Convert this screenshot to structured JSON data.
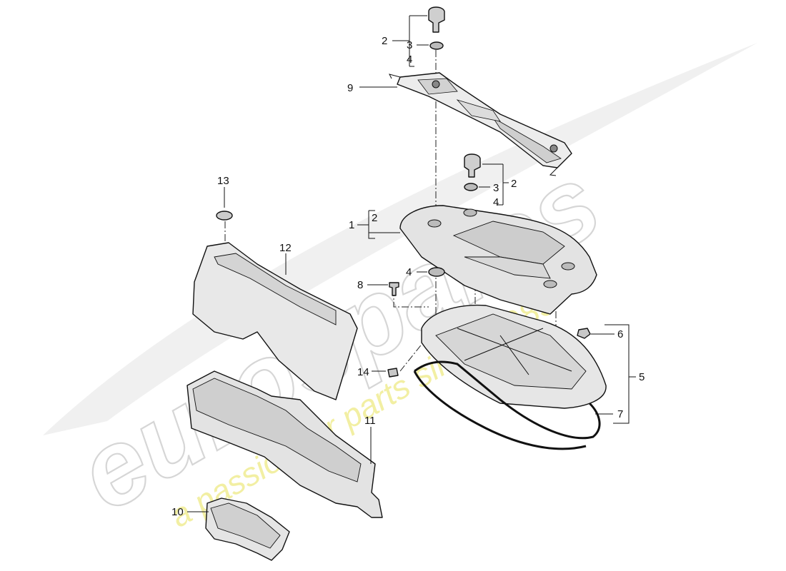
{
  "watermark": {
    "brand": "eurospares",
    "tagline": "a passion for parts since 1985"
  },
  "callouts": {
    "n1": "1",
    "n2a": "2",
    "n3a": "3",
    "n4a": "4",
    "n2b": "2",
    "n3b": "3",
    "n4b": "4",
    "n2c": "2",
    "n4c": "4",
    "n5": "5",
    "n6": "6",
    "n7": "7",
    "n8": "8",
    "n9": "9",
    "n10": "10",
    "n11": "11",
    "n12": "12",
    "n13": "13",
    "n14": "14"
  }
}
